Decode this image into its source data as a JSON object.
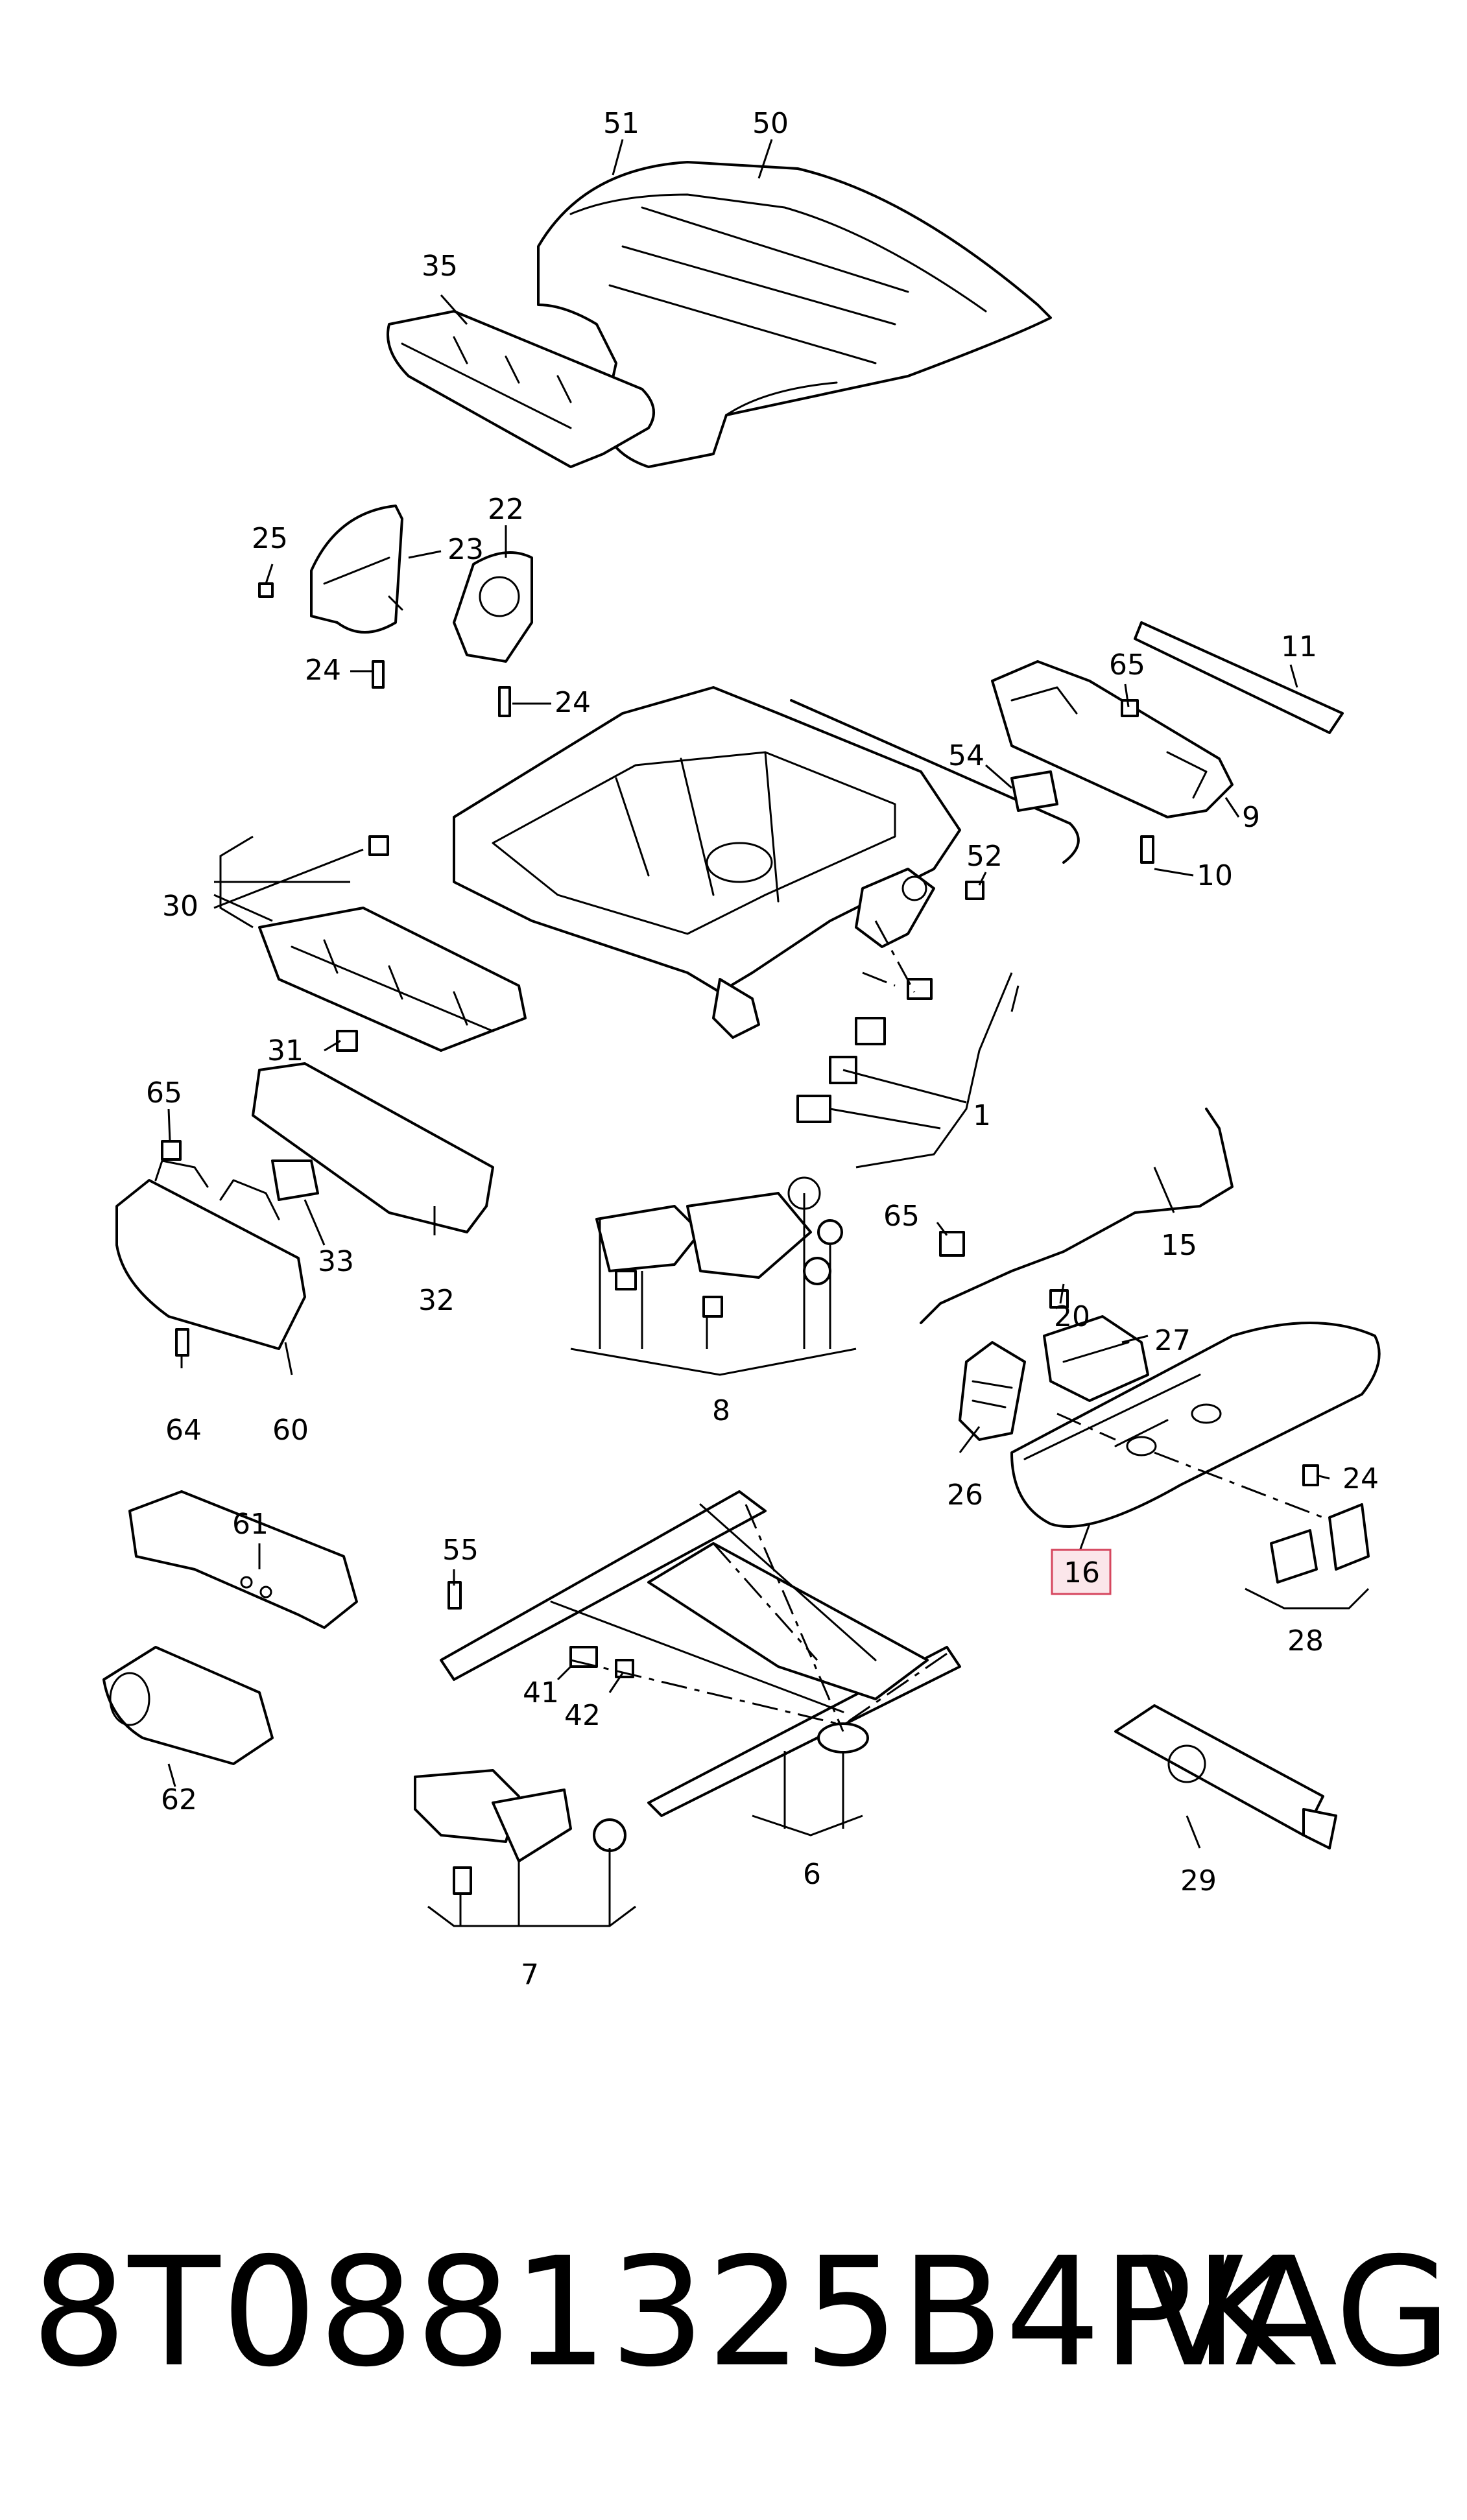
{
  "labels": {
    "l51": "51",
    "l50": "50",
    "l35": "35",
    "l25": "25",
    "l23": "23",
    "l22": "22",
    "l24a": "24",
    "l24b": "24",
    "l11": "11",
    "l65a": "65",
    "l9": "9",
    "l10": "10",
    "l54": "54",
    "l52": "52",
    "l30": "30",
    "l31": "31",
    "l1": "1",
    "l65b": "65",
    "l33": "33",
    "l32": "32",
    "l64": "64",
    "l60": "60",
    "l65c": "65",
    "l15": "15",
    "l20": "20",
    "l27": "27",
    "l26": "26",
    "l24c": "24",
    "l16": "16",
    "l28": "28",
    "l8": "8",
    "l61": "61",
    "l55": "55",
    "l41": "41",
    "l42": "42",
    "l62": "62",
    "l29": "29",
    "l6": "6",
    "l7": "7"
  },
  "highlight_label": "l16",
  "highlight_color": "#d6465e",
  "footer": {
    "part_number": "8T0881325B4PK",
    "brand": "VAG"
  }
}
